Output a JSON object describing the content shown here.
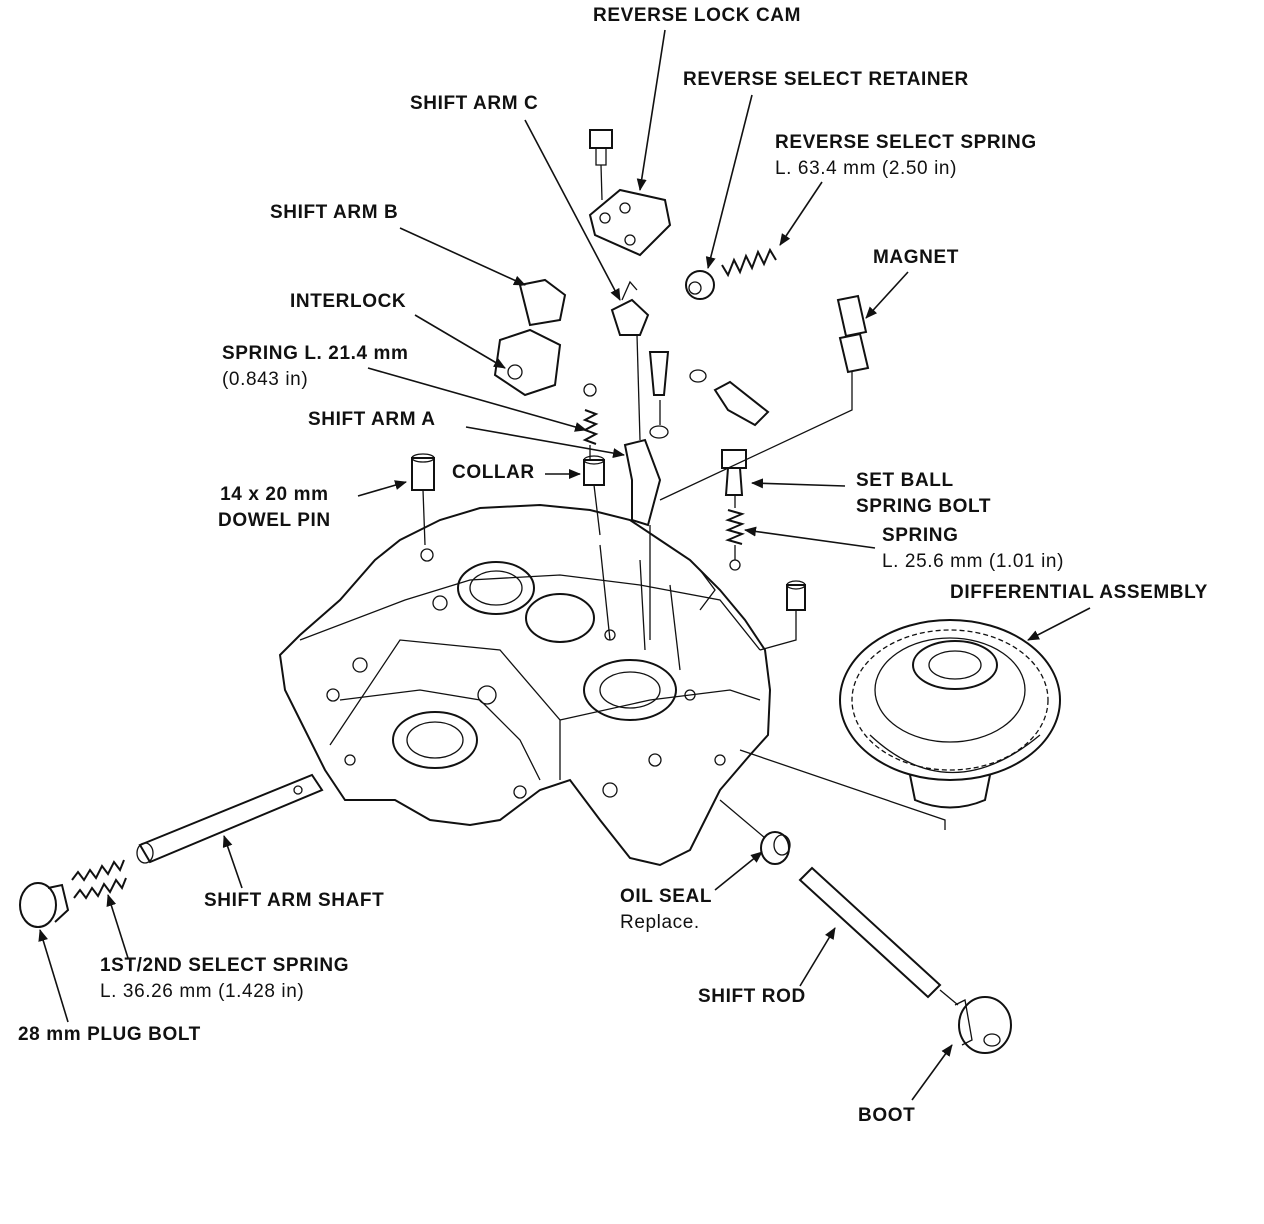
{
  "labels": {
    "reverse_lock_cam": "REVERSE LOCK CAM",
    "reverse_select_retainer": "REVERSE SELECT RETAINER",
    "shift_arm_c": "SHIFT ARM C",
    "reverse_select_spring_1": "REVERSE SELECT SPRING",
    "reverse_select_spring_2": "L. 63.4 mm (2.50 in)",
    "shift_arm_b": "SHIFT ARM B",
    "magnet": "MAGNET",
    "interlock": "INTERLOCK",
    "spring_21_1": "SPRING L. 21.4 mm",
    "spring_21_2": "(0.843 in)",
    "shift_arm_a": "SHIFT ARM A",
    "collar": "COLLAR",
    "dowel_pin_1": "14 x 20 mm",
    "dowel_pin_2": "DOWEL PIN",
    "set_ball_1": "SET BALL",
    "set_ball_2": "SPRING BOLT",
    "spring_25_1": "SPRING",
    "spring_25_2": "L. 25.6 mm (1.01 in)",
    "differential_assembly": "DIFFERENTIAL ASSEMBLY",
    "shift_arm_shaft": "SHIFT ARM SHAFT",
    "oil_seal_1": "OIL SEAL",
    "oil_seal_2": "Replace.",
    "select_spring_1": "1ST/2ND SELECT SPRING",
    "select_spring_2": "L. 36.26 mm (1.428 in)",
    "plug_bolt": "28 mm PLUG BOLT",
    "shift_rod": "SHIFT ROD",
    "boot": "BOOT"
  }
}
